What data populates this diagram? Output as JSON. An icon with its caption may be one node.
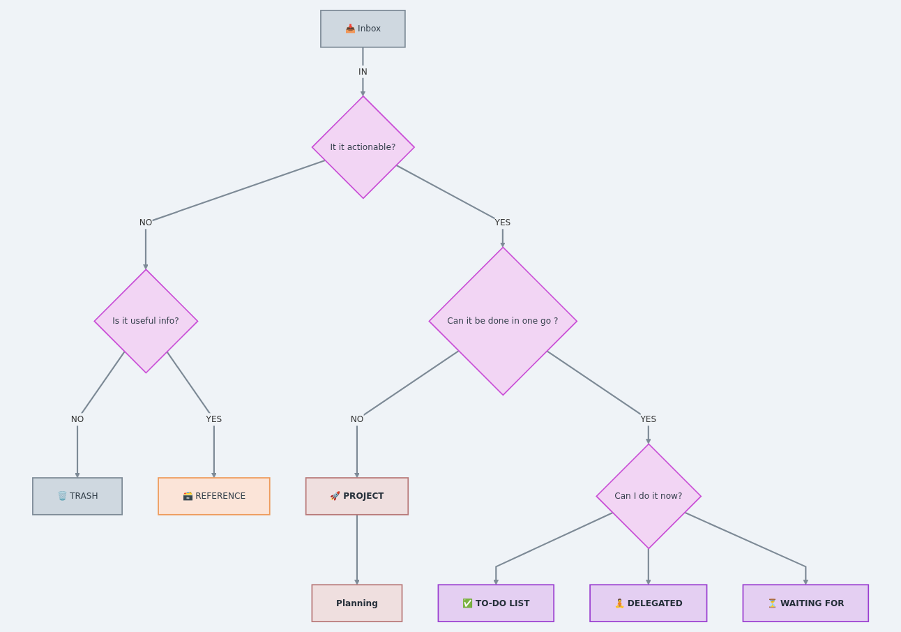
{
  "diagram": {
    "nodes": [
      {
        "text": [
          "📥 Inbox"
        ]
      },
      {
        "text": [
          "It it actionable?"
        ]
      },
      {
        "text": [
          "Is it useful info?"
        ]
      },
      {
        "text": [
          "🗑️ TRASH"
        ]
      },
      {
        "text": [
          "Planning"
        ]
      },
      {
        "text": [
          "🚀 PROJECT"
        ]
      },
      {
        "text": [
          "Can it be done in one go ?"
        ]
      },
      {
        "text": [
          "🗃️ REFERENCE"
        ]
      },
      {
        "text": [
          "Can I do it now?"
        ]
      },
      {
        "text": [
          "✅ TO-DO LIST"
        ]
      },
      {
        "text": [
          "🧘 DELEGATED"
        ]
      },
      {
        "text": [
          "⏳ WAITING FOR"
        ]
      }
    ],
    "edges": [
      {
        "from": 0,
        "to": 1,
        "arrow": "to",
        "label": "IN"
      },
      {
        "from": 1,
        "to": 2,
        "arrow": "to",
        "label": "NO"
      },
      {
        "from": 2,
        "to": 3,
        "arrow": "to",
        "label": "NO"
      },
      {
        "from": 1,
        "to": 6,
        "arrow": "to",
        "label": "YES"
      },
      {
        "from": 2,
        "to": 7,
        "arrow": "to",
        "label": "YES"
      },
      {
        "from": 6,
        "to": 5,
        "arrow": "to",
        "label": "NO"
      },
      {
        "from": 5,
        "to": 4,
        "arrow": "to"
      },
      {
        "from": 6,
        "to": 8,
        "arrow": "to",
        "label": "YES"
      },
      {
        "from": 8,
        "to": 9,
        "arrow": "to"
      },
      {
        "from": 8,
        "to": 10,
        "arrow": "to"
      },
      {
        "from": 8,
        "to": 11,
        "arrow": "to"
      }
    ]
  }
}
